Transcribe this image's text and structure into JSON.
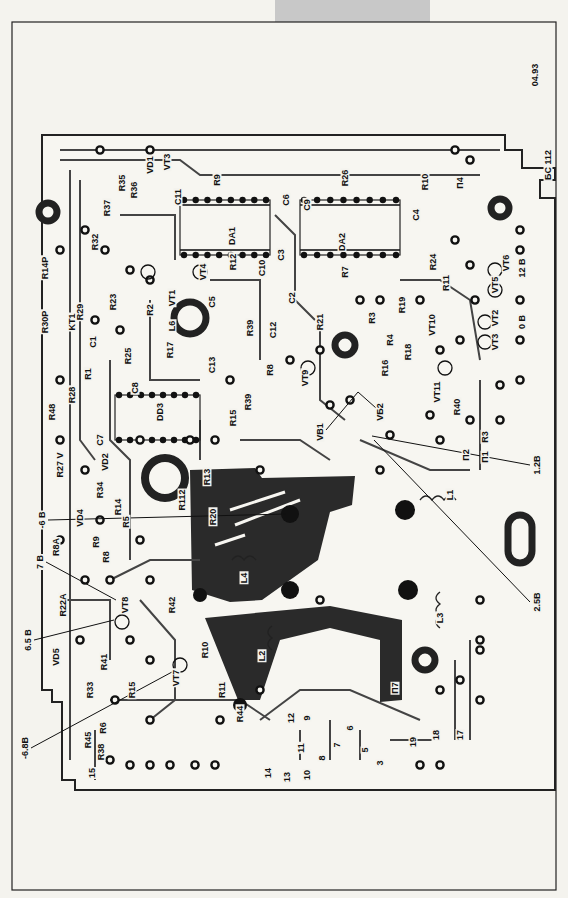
{
  "diagram": {
    "labels": [
      "04.93",
      "БС 112",
      "R14P",
      "R30P",
      "KT1",
      "R29",
      "R32",
      "R37",
      "R35",
      "R36",
      "VD1",
      "VT3",
      "C11",
      "R9",
      "DA1",
      "C6",
      "C9",
      "R26",
      "R10",
      "П4",
      "C4",
      "DA2",
      "C3",
      "C10",
      "R12",
      "VT4",
      "VT1",
      "C5",
      "L6",
      "C2",
      "R7",
      "R24",
      "VT6",
      "12 В",
      "VT5",
      "R11",
      "VT2",
      "0 В",
      "VT3",
      "R21",
      "R3",
      "R19",
      "VT10",
      "R4",
      "R18",
      "R16",
      "C12",
      "R39",
      "R17",
      "R2",
      "R23",
      "C1",
      "R1",
      "R28",
      "R48",
      "R27 V",
      "VD2",
      "C7",
      "DD3",
      "C8",
      "R25",
      "C13",
      "R39",
      "R8",
      "VT9",
      "R15",
      "VB1",
      "VБ2",
      "VT11",
      "R40",
      "R3",
      "П2",
      "П1",
      "1.2В",
      "L1",
      "2.5В",
      "L3",
      "R13",
      "R20",
      "R112",
      "R34",
      "R14",
      "VD4",
      "R5",
      "R9",
      "R8",
      "R8A",
      "-6 В",
      "7 В",
      "R22A",
      "VT8",
      "6.5 В",
      "VD5",
      "R41",
      "R33",
      "R42",
      "L4",
      "L2",
      "R10",
      "R11",
      "VT7",
      "R15",
      "-6.8В",
      "R45",
      "R6",
      "R38",
      "R44",
      "П7",
      "19",
      "18",
      "17",
      "3",
      "5",
      "6",
      "7",
      "8",
      "9",
      "10",
      "11",
      "12",
      "13",
      "14",
      "15"
    ]
  }
}
